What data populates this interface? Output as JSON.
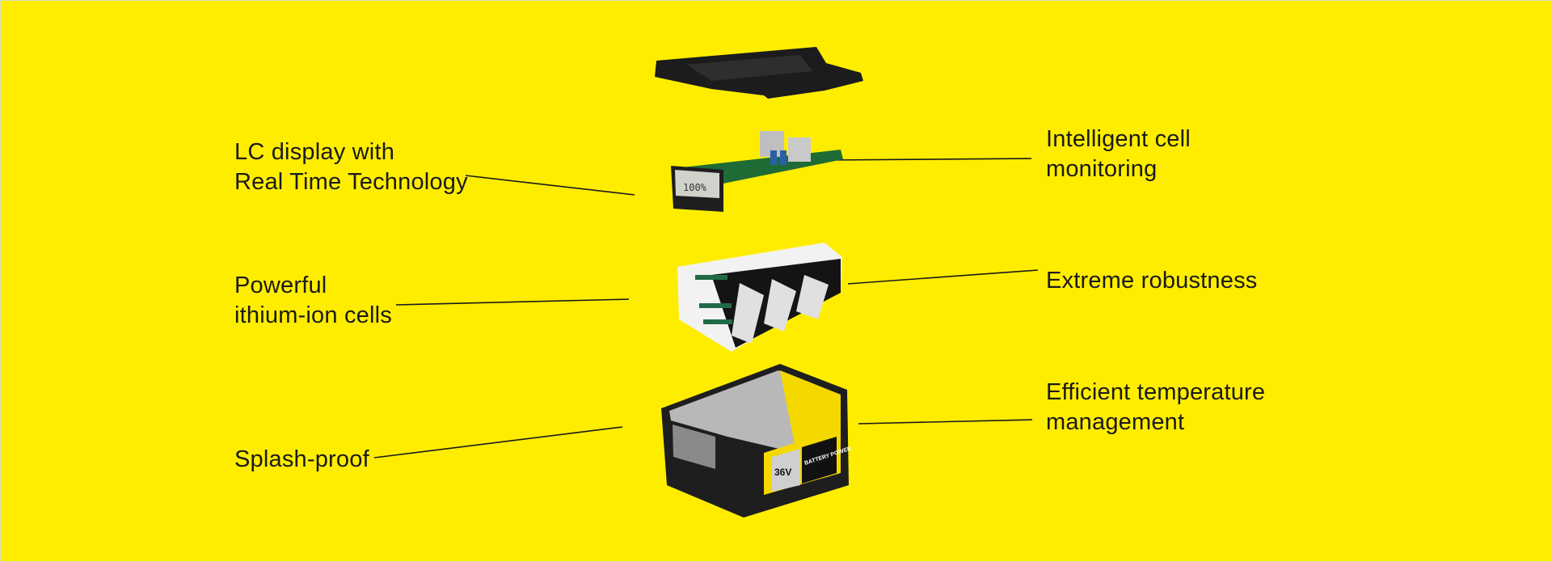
{
  "features": {
    "lc_display": {
      "line1": "LC display with",
      "line2": "Real Time Technology"
    },
    "cells": {
      "line1": "Powerful",
      "line2": "ithium-ion cells"
    },
    "splash": {
      "line1": "Splash-proof"
    },
    "monitoring": {
      "line1": "Intelligent cell",
      "line2": "monitoring"
    },
    "robustness": {
      "line1": "Extreme robustness"
    },
    "temperature": {
      "line1": "Efficient temperature",
      "line2": "management"
    }
  },
  "product": {
    "lcd_readout": "100%",
    "badge_voltage": "36V",
    "badge_text": "BATTERY POWER"
  },
  "colors": {
    "background": "#ffed00",
    "text": "#1a1a1a",
    "housing": "#222222"
  }
}
